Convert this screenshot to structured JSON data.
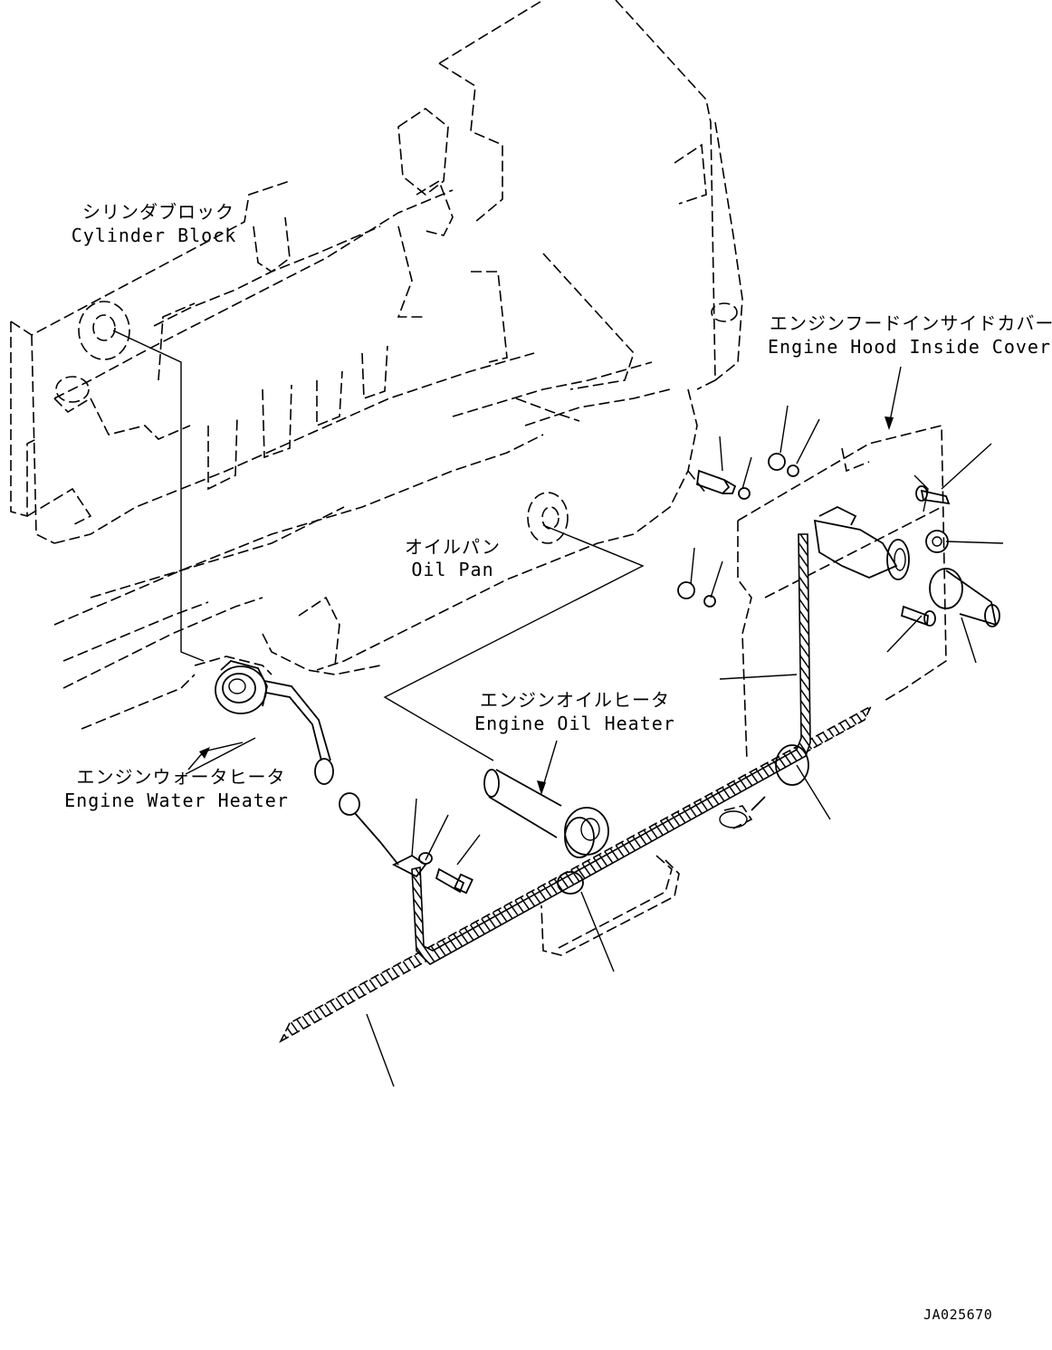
{
  "labels": {
    "cylinder_block_jp": "シリンダブロック",
    "cylinder_block_en": "Cylinder Block",
    "oil_pan_jp": "オイルパン",
    "oil_pan_en": "Oil Pan",
    "hood_cover_jp": "エンジンフードインサイドカバー",
    "hood_cover_en": "Engine Hood Inside Cover",
    "oil_heater_jp": "エンジンオイルヒータ",
    "oil_heater_en": "Engine Oil Heater",
    "water_heater_jp": "エンジンウォータヒータ",
    "water_heater_en": "Engine Water Heater"
  },
  "drawing_number": "JA025670"
}
